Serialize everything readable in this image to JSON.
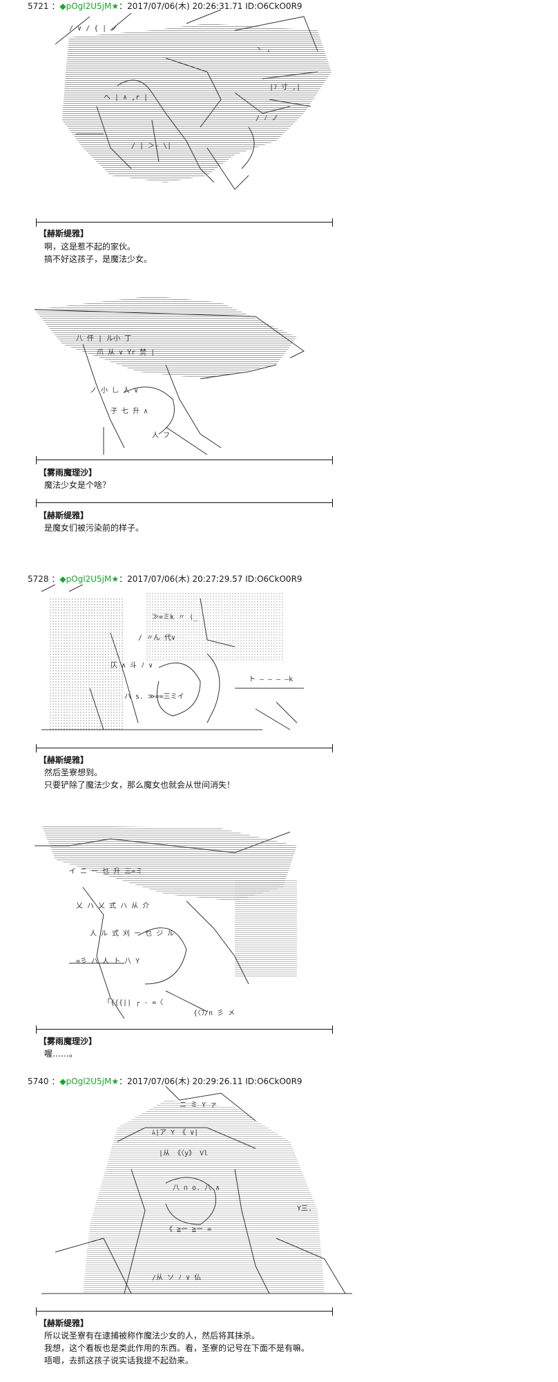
{
  "posts": [
    {
      "num": "5721 ：",
      "diamond": "◆",
      "trip": "pOgl2U5jM",
      "star": "★",
      "rest": "：2017/07/06(木) 20:26:31.71 ID:O6CkO0R9"
    },
    {
      "num": "5728 ：",
      "diamond": "◆",
      "trip": "pOgl2U5jM",
      "star": "★",
      "rest": "：2017/07/06(木) 20:27:29.57 ID:O6CkO0R9"
    },
    {
      "num": "5740 ：",
      "diamond": "◆",
      "trip": "pOgl2U5jM",
      "star": "★",
      "rest": "：2017/07/06(木) 20:29:26.11 ID:O6CkO0R9"
    }
  ],
  "dialogues": [
    {
      "speaker": "【赫斯缇雅】",
      "lines": [
        "啊，这是惹不起的家伙。",
        "搞不好这孩子，是魔法少女。"
      ]
    },
    {
      "speaker": "【雾雨魔理沙】",
      "lines": [
        "魔法少女是个啥？"
      ]
    },
    {
      "speaker": "【赫斯缇雅】",
      "lines": [
        "是魔女们被污染前的样子。"
      ]
    },
    {
      "speaker": "【赫斯缇雅】",
      "lines": [
        "然后圣寮想到。",
        "只要铲除了魔法少女，那么魔女也就会从世间消失！"
      ]
    },
    {
      "speaker": "【雾雨魔理沙】",
      "lines": [
        "喔……。"
      ]
    },
    {
      "speaker": "【赫斯缇雅】",
      "lines": [
        "所以说圣寮有在逮捕被称作魔法少女的人，然后将其抹杀。",
        "我想，这个看板也是类此作用的东西。看，圣寮的记号在下面不是有嘛。",
        "唔嗯，去抓这孩子说实话我提不起劲来。"
      ]
    }
  ],
  "art_icons": [
    "shaded-fox-girl-art-icon",
    "marisa-witch-art-icon",
    "dotted-scene-art-icon",
    "marisa-pose-art-icon",
    "magical-girl-art-icon"
  ]
}
